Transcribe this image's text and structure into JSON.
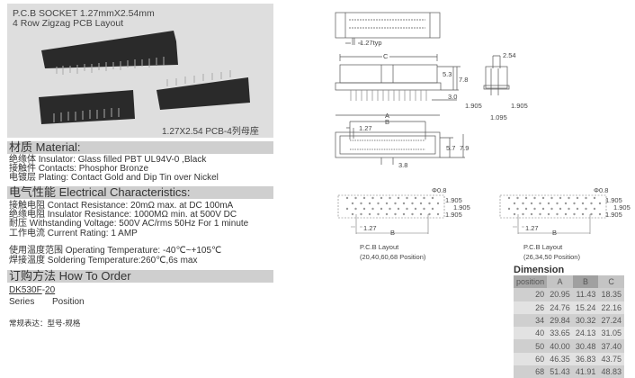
{
  "photo": {
    "title1": "P.C.B SOCKET 1.27mmX2.54mm",
    "title2": "4 Row Zigzag PCB Layout",
    "caption": "1.27X2.54 PCB-4列母座"
  },
  "material": {
    "heading": "材质 Material:",
    "lines": [
      "绝缘体 Insulator: Glass filled PBT UL94V-0 ,Black",
      "接触件 Contacts: Phosphor Bronze",
      "电镀层 Plating: Contact Gold and Dip Tin over Nickel"
    ]
  },
  "electrical": {
    "heading": "电气性能 Electrical Characteristics:",
    "lines": [
      "接触电阻 Contact Resistance: 20mΩ max. at DC 100mA",
      "绝缘电阻 Insulator Resistance: 1000MΩ min. at 500V DC",
      "耐压 Withstanding Voltage: 500V AC/rms 50Hz For 1 minute",
      "工作电流 Current Rating: 1 AMP",
      "使用温度范围 Operating Temperature: -40℃~+105℃",
      "焊接温度 Soldering Temperature:260℃,6s max"
    ]
  },
  "order": {
    "heading": "订购方法 How To Order",
    "series_code": "DK530F",
    "sep": "-",
    "position_code": "20",
    "series_label": "Series",
    "position_label": "Position",
    "note": "常规表达：型号-规格"
  },
  "drawing": {
    "pitch": "1.27typ",
    "c": "C",
    "h1": "5.3",
    "h2": "7.8",
    "pin": "3.0",
    "side_pitch": "2.54",
    "s1": "1.905",
    "s2": "1.905",
    "s3": "1.095",
    "a": "A",
    "b": "B",
    "p127": "1.27",
    "w1": "5.7",
    "w2": "7.9",
    "key": "3.8"
  },
  "pcb": [
    {
      "phi": "Φ0.8",
      "d1": "1.905",
      "d2": "1.905",
      "d3": "1.905",
      "pitch": "1.27",
      "b": "B",
      "title": "P.C.B Layout",
      "positions": "(20,40,60,68 Position)"
    },
    {
      "phi": "Φ0.8",
      "d1": "1.905",
      "d2": "1.905",
      "d3": "1.905",
      "pitch": "1.27",
      "b": "B",
      "title": "P.C.B Layout",
      "positions": "(26,34,50 Position)"
    }
  ],
  "dimension": {
    "title": "Dimension",
    "headers": [
      "position",
      "A",
      "B",
      "C"
    ],
    "rows": [
      [
        "20",
        "20.95",
        "11.43",
        "18.35"
      ],
      [
        "26",
        "24.76",
        "15.24",
        "22.16"
      ],
      [
        "34",
        "29.84",
        "30.32",
        "27.24"
      ],
      [
        "40",
        "33.65",
        "24.13",
        "31.05"
      ],
      [
        "50",
        "40.00",
        "30.48",
        "37.40"
      ],
      [
        "60",
        "46.35",
        "36.83",
        "43.75"
      ],
      [
        "68",
        "51.43",
        "41.91",
        "48.83"
      ]
    ]
  }
}
